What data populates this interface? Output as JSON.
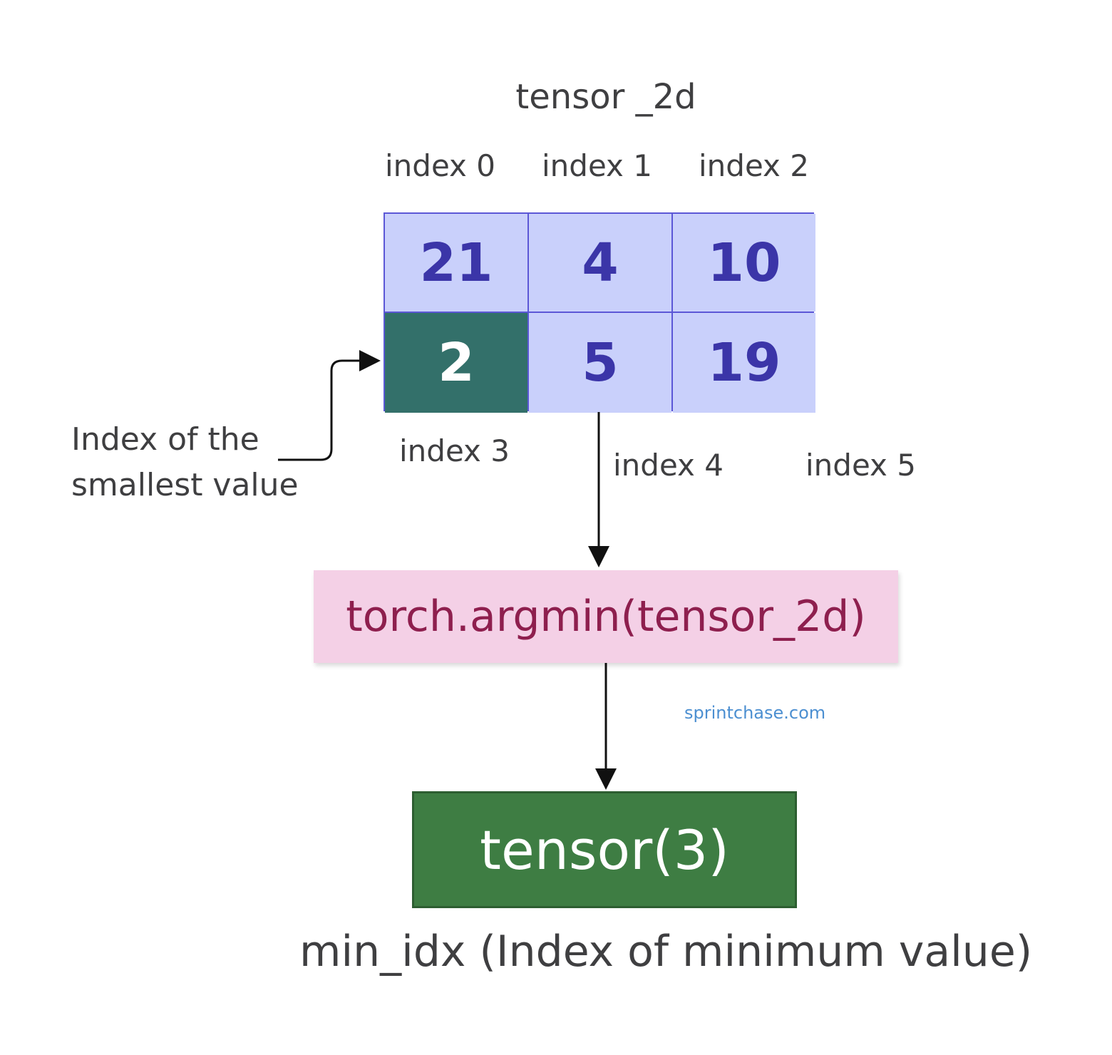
{
  "title": "tensor _2d",
  "column_labels": [
    "index 0",
    "index 1",
    "index 2"
  ],
  "tensor_values": [
    [
      "21",
      "4",
      "10"
    ],
    [
      "2",
      "5",
      "19"
    ]
  ],
  "second_row_labels": [
    "index 3",
    "index 4",
    "index 5"
  ],
  "note": "Index of the smallest value",
  "function_call": "torch.argmin(tensor_2d)",
  "watermark": "sprintchase.com",
  "result": "tensor(3)",
  "result_label": "min_idx (Index of minimum value)",
  "colors": {
    "cell_fill": "#c9d0fb",
    "cell_text": "#3b35a8",
    "min_cell_fill": "#33706a",
    "function_box_fill": "#f4d0e6",
    "function_text": "#8e1f4e",
    "result_fill": "#3e7d43"
  }
}
